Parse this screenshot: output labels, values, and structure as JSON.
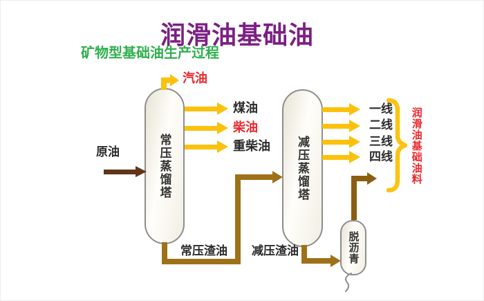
{
  "title": {
    "text": "润滑油基础油",
    "color": "#7B2083"
  },
  "subtitle": {
    "text": "矿物型基础油生产过程",
    "color": "#2FAF4D"
  },
  "towers": {
    "atmospheric": {
      "label": "常压蒸馏塔"
    },
    "vacuum": {
      "label": "减压蒸馏塔"
    },
    "deasphalt": {
      "label": "脱沥青"
    }
  },
  "feed": {
    "label": "原油"
  },
  "tower1_products": [
    {
      "label": "汽油",
      "color": "#E8272B"
    },
    {
      "label": "煤油",
      "color": "#2b2b2b"
    },
    {
      "label": "柴油",
      "color": "#E8272B"
    },
    {
      "label": "重柴油",
      "color": "#2b2b2b"
    }
  ],
  "tower2_products": [
    {
      "label": "一线"
    },
    {
      "label": "二线"
    },
    {
      "label": "三线"
    },
    {
      "label": "四线"
    }
  ],
  "residues": {
    "atmospheric": {
      "label": "常压渣油"
    },
    "vacuum": {
      "label": "减压渣油"
    }
  },
  "brace_annotation": {
    "text": "润滑油基础油料",
    "color": "#EE262B"
  },
  "colors": {
    "product_arrow": "#FBC10D",
    "residue_pipe": "#9E7119",
    "crude_arrow": "#613519",
    "deasphalt_pipe": "#8A5E11",
    "brace": "#FCC312",
    "title_purple": "#7B2083",
    "subtitle_green": "#2FAF4D"
  }
}
